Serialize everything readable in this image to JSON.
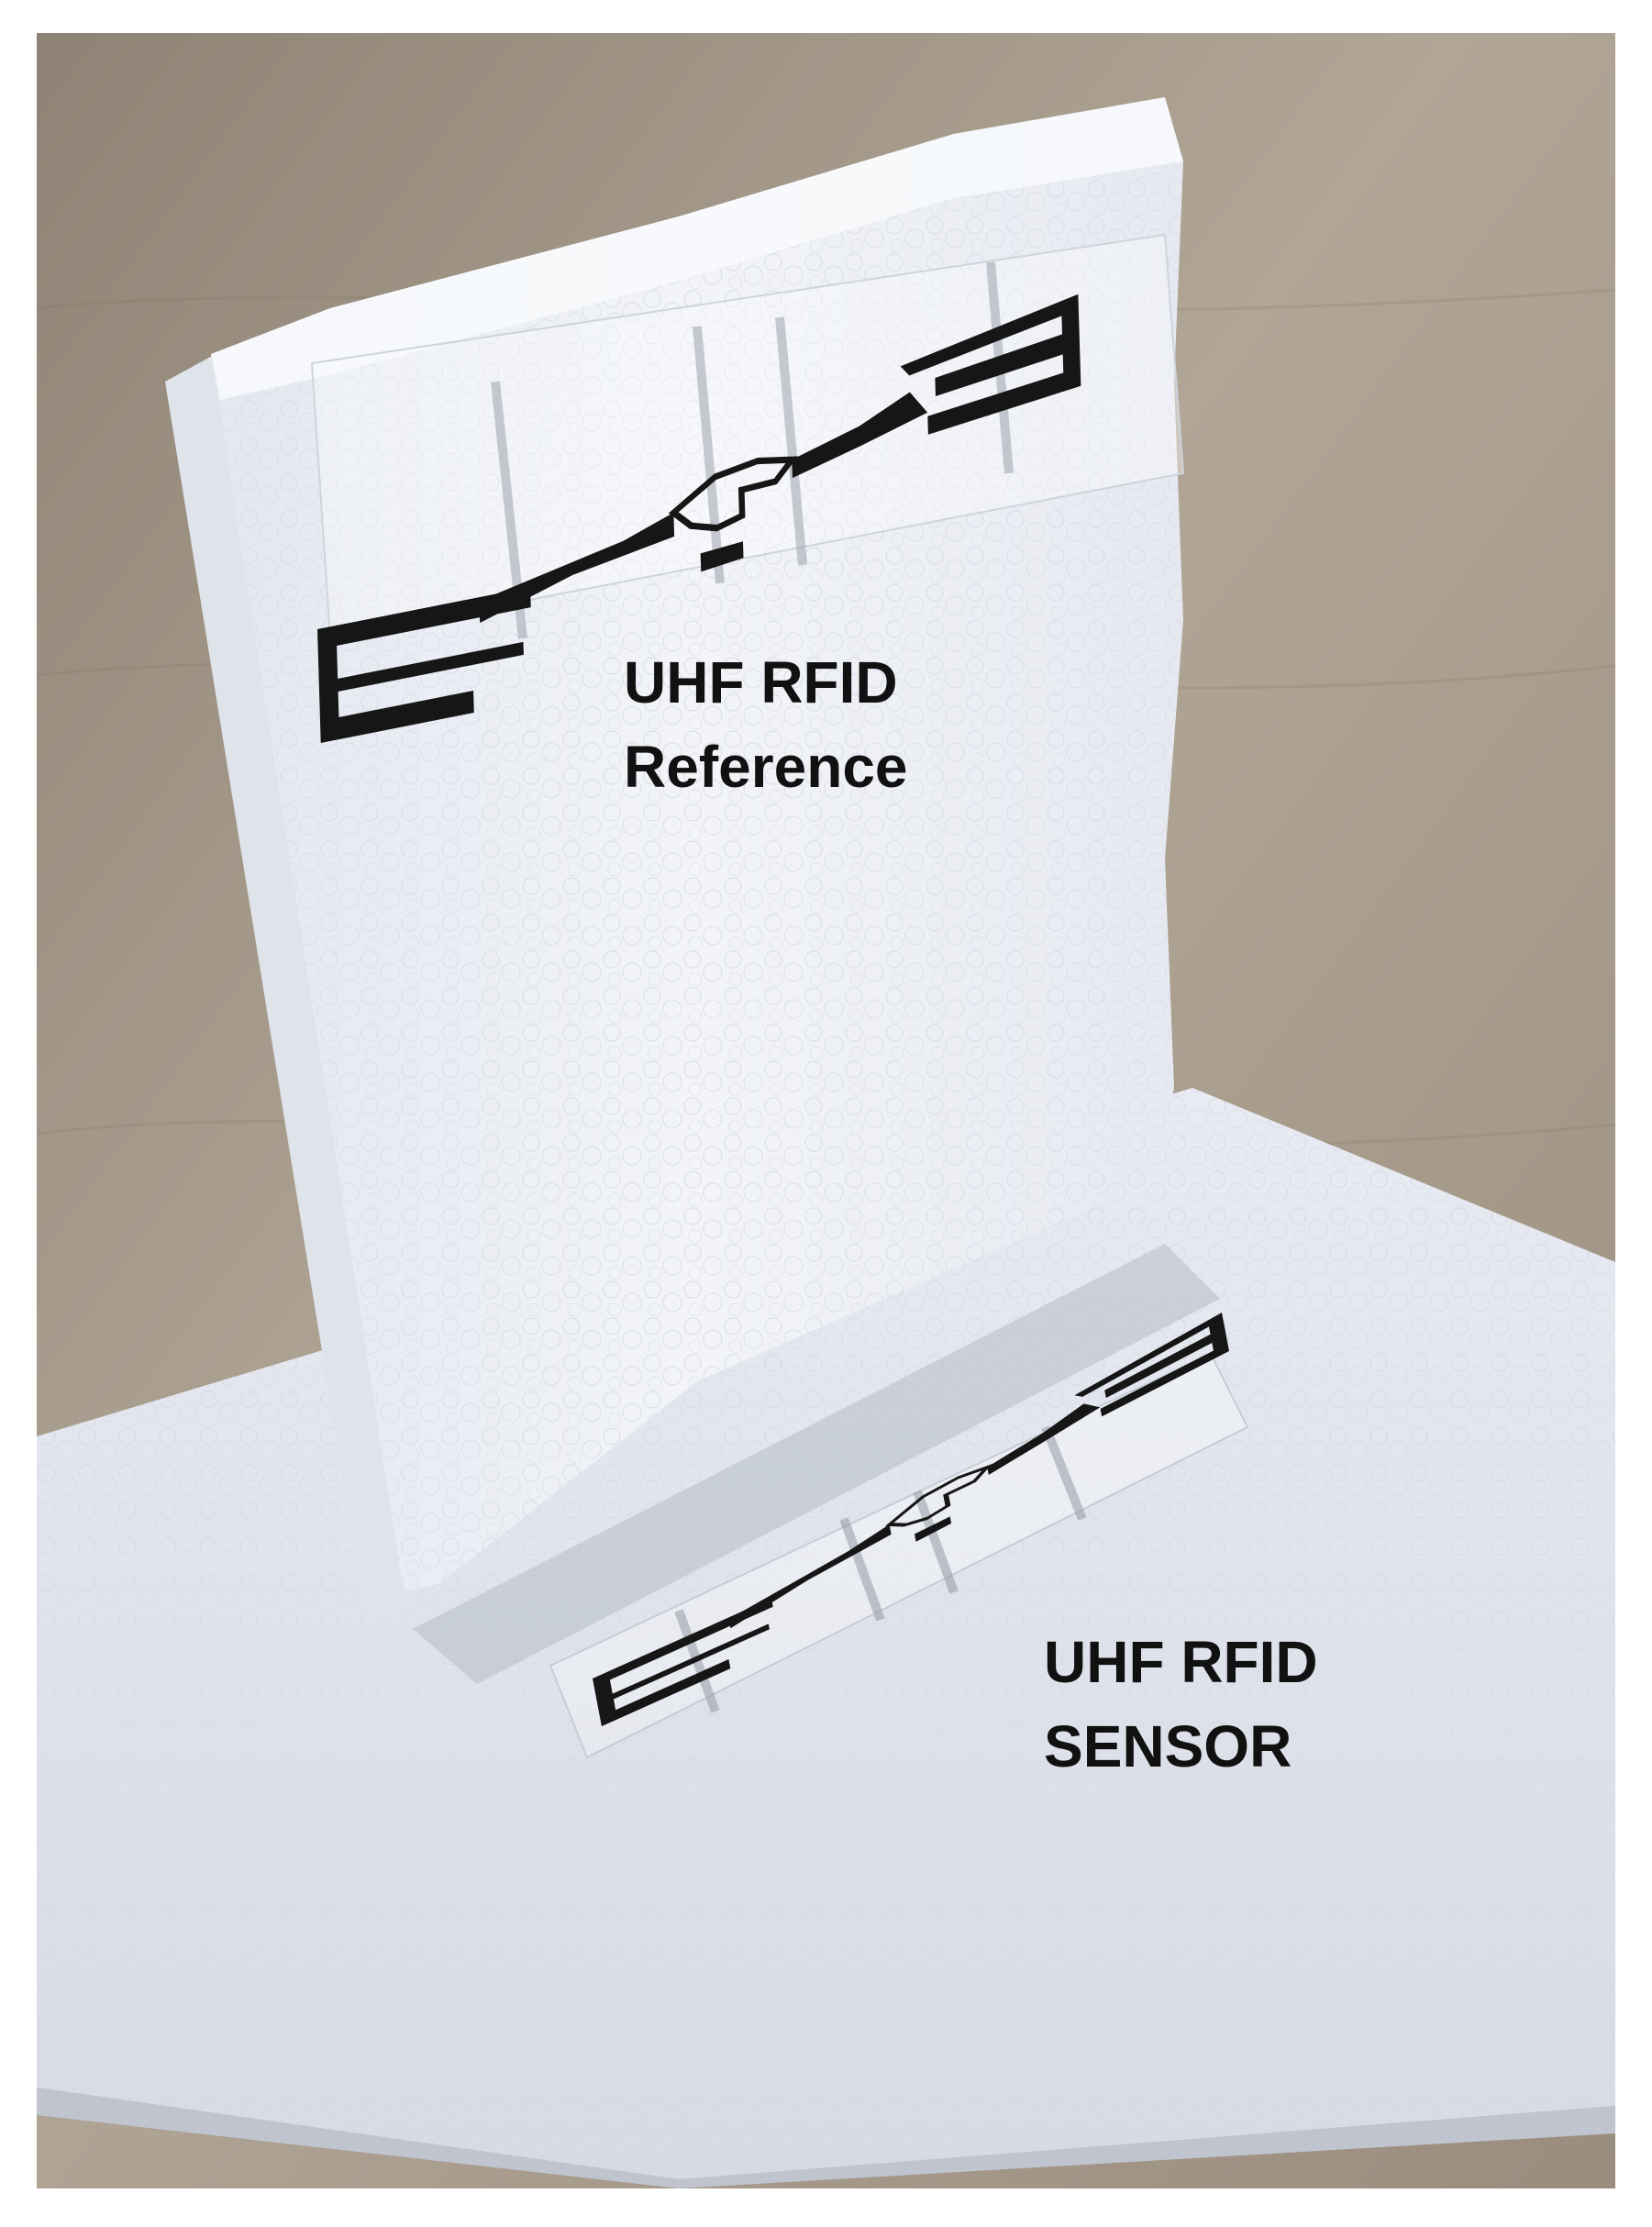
{
  "labels": {
    "reference": {
      "line1": "UHF RFID",
      "line2": "Reference"
    },
    "sensor": {
      "line1": "UHF RFID",
      "line2": "SENSOR"
    }
  },
  "colors": {
    "background": "#a79a8c",
    "styrofoam": "#eef1f6",
    "styrofoam_shadow": "#c9ced8",
    "antenna_ink": "#161616",
    "label_text": "#111111"
  }
}
